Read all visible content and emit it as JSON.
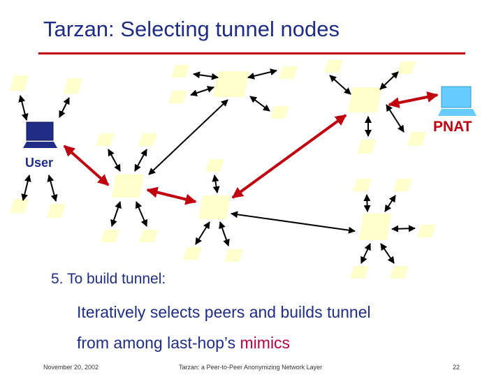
{
  "slide": {
    "title": "Tarzan: Selecting tunnel nodes",
    "user_label": "User",
    "pnat_label": "PNAT",
    "step": "5.  To build tunnel:",
    "body_line1": "Iteratively selects peers and builds tunnel",
    "body_line2_prefix": "from among last-hop’s ",
    "body_line2_highlight": "mimics",
    "footer_date": "November 20, 2002",
    "footer_paper": "Tarzan: a Peer-to-Peer Anonymizing Network Layer",
    "page_number": "22"
  },
  "colors": {
    "title": "#1f2d86",
    "accent_red": "#c0000f",
    "node_fill": "#ffffcc",
    "user_computer": "#1f2d86",
    "pnat_computer": "#66ccff"
  }
}
